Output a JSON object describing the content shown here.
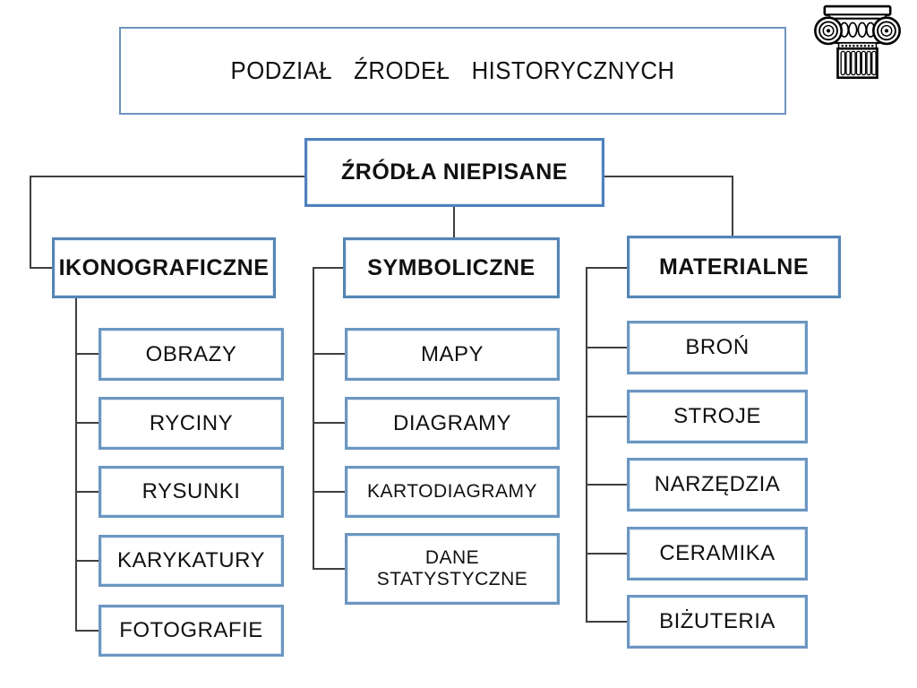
{
  "slide": {
    "title": "PODZIAŁ ŹRODEŁ HISTORYCZNYCH",
    "root_label": "ŹRÓDŁA NIEPISANE"
  },
  "branches": [
    {
      "label": "IKONOGRAFICZNE",
      "children": [
        "OBRAZY",
        "RYCINY",
        "RYSUNKI",
        "KARYKATURY",
        "FOTOGRAFIE"
      ]
    },
    {
      "label": "SYMBOLICZNE",
      "children": [
        "MAPY",
        "DIAGRAMY",
        "KARTODIAGRAMY",
        "DANE STATYSTYCZNE"
      ]
    },
    {
      "label": "MATERIALNE",
      "children": [
        "BROŃ",
        "STROJE",
        "NARZĘDZIA",
        "CERAMIKA",
        "BIŻUTERIA"
      ]
    }
  ],
  "icons": {
    "corner": "ionic-column-icon"
  },
  "colors": {
    "node_border": "#4f81bd",
    "child_border": "#6b96c1",
    "title_border": "#6e93bd",
    "connector": "#3f3f3f",
    "background": "#ffffff",
    "text": "#111111"
  }
}
